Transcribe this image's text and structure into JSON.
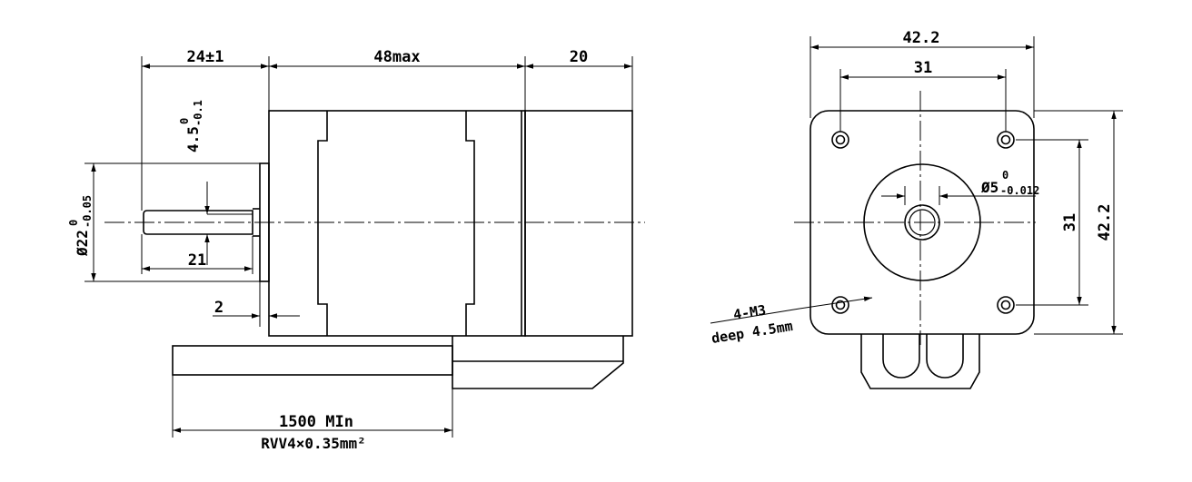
{
  "side_view": {
    "shaft_length": "24±1",
    "body_length": "48max",
    "rear_length": "20",
    "flat_depth_main": "4.5",
    "flat_depth_sup": "0",
    "flat_depth_sub": "-0.1",
    "boss_dia_main": "Ø22",
    "boss_dia_sup": "0",
    "boss_dia_sub": "-0.05",
    "flat_length": "21",
    "boss_height": "2",
    "cable_length": "1500 MIn",
    "cable_spec": "RVV4×0.35mm²"
  },
  "front_view": {
    "overall_width": "42.2",
    "hole_spacing_h": "31",
    "shaft_dia_main": "Ø5",
    "shaft_dia_sup": "0",
    "shaft_dia_sub": "-0.012",
    "hole_spacing_v": "31",
    "overall_height": "42.2",
    "thread_spec": "4-M3",
    "thread_depth": "deep 4.5mm"
  }
}
